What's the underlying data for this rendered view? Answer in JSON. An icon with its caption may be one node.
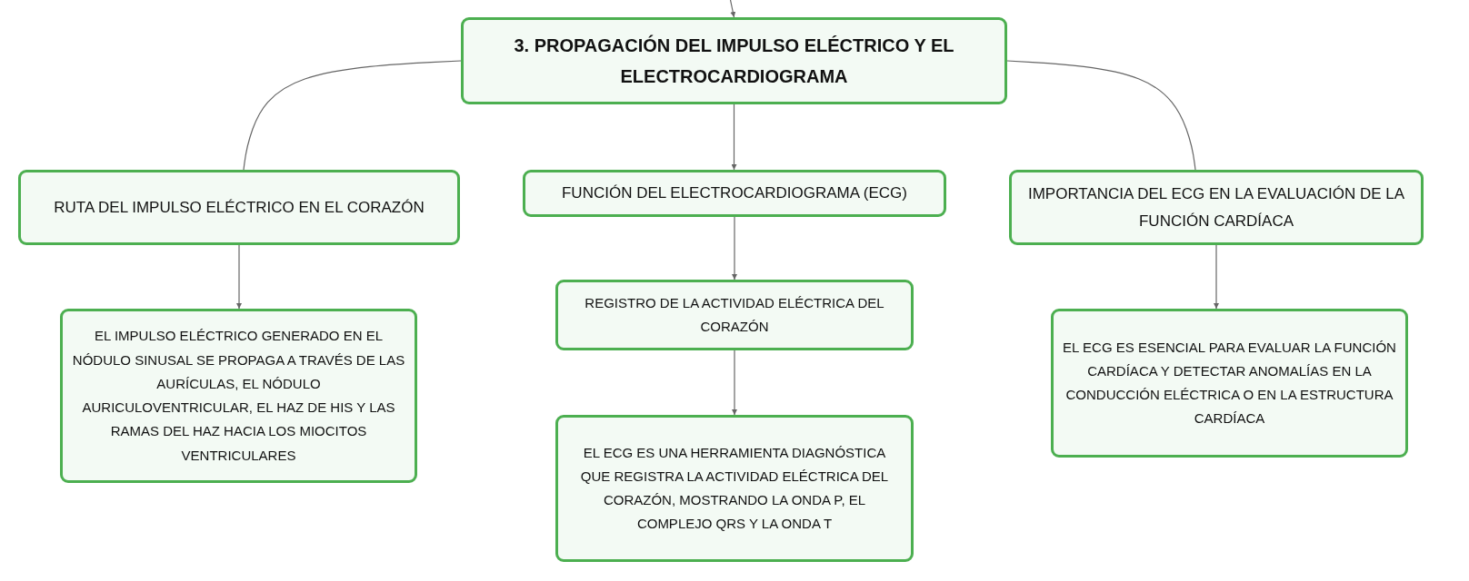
{
  "diagram": {
    "nodes": [
      {
        "text": [
          "3. PROPAGACIÓN DEL IMPULSO ELÉCTRICO Y EL ELECTROCARDIOGRAMA"
        ]
      },
      {
        "text": [
          "RUTA DEL IMPULSO ELÉCTRICO EN EL CORAZÓN"
        ]
      },
      {
        "text": [
          "FUNCIÓN DEL ELECTROCARDIOGRAMA (ECG)"
        ]
      },
      {
        "text": [
          "IMPORTANCIA DEL ECG EN LA EVALUACIÓN DE LA FUNCIÓN CARDÍACA"
        ]
      },
      {
        "text": [
          "EL IMPULSO ELÉCTRICO GENERADO EN EL NÓDULO SINUSAL SE PROPAGA A TRAVÉS DE LAS AURÍCULAS, EL NÓDULO AURICULOVENTRICULAR, EL HAZ DE HIS Y LAS RAMAS DEL HAZ HACIA LOS MIOCITOS VENTRICULARES"
        ]
      },
      {
        "text": [
          "REGISTRO DE LA ACTIVIDAD ELÉCTRICA DEL CORAZÓN"
        ]
      },
      {
        "text": [
          "EL ECG ES UNA HERRAMIENTA DIAGNÓSTICA QUE REGISTRA LA ACTIVIDAD ELÉCTRICA DEL CORAZÓN, MOSTRANDO LA ONDA P, EL COMPLEJO QRS Y LA ONDA T"
        ]
      },
      {
        "text": [
          "EL ECG ES ESENCIAL PARA EVALUAR LA FUNCIÓN CARDÍACA Y DETECTAR ANOMALÍAS EN LA CONDUCCIÓN ELÉCTRICA O EN LA ESTRUCTURA CARDÍACA"
        ]
      }
    ],
    "edges": [
      {
        "from": null,
        "to": 0,
        "arrow": "to"
      },
      {
        "from": 0,
        "to": 1,
        "arrow": "none"
      },
      {
        "from": 0,
        "to": 2,
        "arrow": "to"
      },
      {
        "from": 0,
        "to": 3,
        "arrow": "none"
      },
      {
        "from": 1,
        "to": 4,
        "arrow": "to"
      },
      {
        "from": 2,
        "to": 5,
        "arrow": "to"
      },
      {
        "from": 5,
        "to": 6,
        "arrow": "to"
      },
      {
        "from": 3,
        "to": 7,
        "arrow": "to"
      }
    ]
  }
}
